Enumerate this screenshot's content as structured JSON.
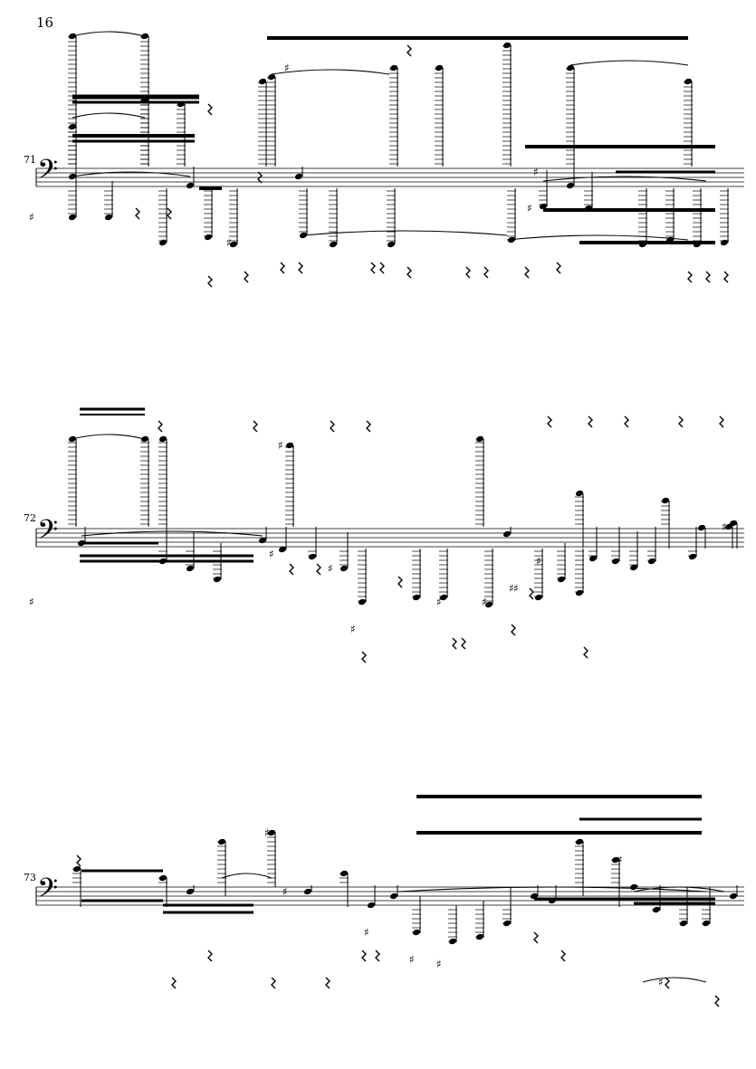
{
  "page": {
    "page_number": "16"
  },
  "systems": [
    {
      "measure_number": "71"
    },
    {
      "measure_number": "72"
    },
    {
      "measure_number": "73"
    }
  ],
  "clef": {
    "symbol": "𝄢"
  },
  "colors": {
    "ink": "#000000",
    "paper": "#ffffff"
  }
}
